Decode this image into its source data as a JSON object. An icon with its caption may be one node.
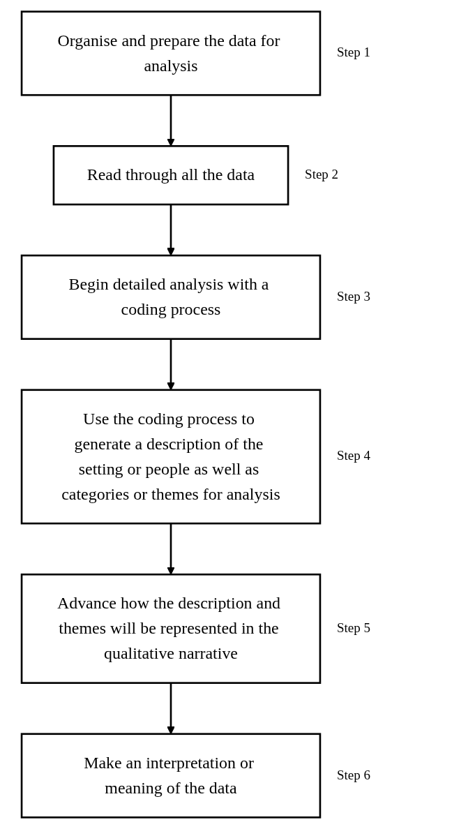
{
  "diagram": {
    "nodes": [
      {
        "text": [
          "Organise and prepare the data for analysis"
        ],
        "beside": [
          "Step 1"
        ]
      },
      {
        "text": [
          "Read through all the data"
        ],
        "beside": [
          "Step 2"
        ]
      },
      {
        "text": [
          "Begin detailed analysis with a coding process"
        ],
        "beside": [
          "Step 3"
        ]
      },
      {
        "text": [
          "Use the coding process to generate a description of the setting or people as well as categories or themes for analysis"
        ],
        "beside": [
          "Step 4"
        ]
      },
      {
        "text": [
          "Advance how the description and themes will be represented in the qualitative narrative"
        ],
        "beside": [
          "Step 5"
        ]
      },
      {
        "text": [
          "Make an interpretation or meaning of the data"
        ],
        "beside": [
          "Step 6"
        ]
      }
    ],
    "edges": [
      {
        "from": 0,
        "to": 1,
        "arrow": "to"
      },
      {
        "from": 1,
        "to": 2,
        "arrow": "to"
      },
      {
        "from": 2,
        "to": 3,
        "arrow": "to"
      },
      {
        "from": 3,
        "to": 4,
        "arrow": "to"
      },
      {
        "from": 4,
        "to": 5,
        "arrow": "to"
      }
    ]
  }
}
